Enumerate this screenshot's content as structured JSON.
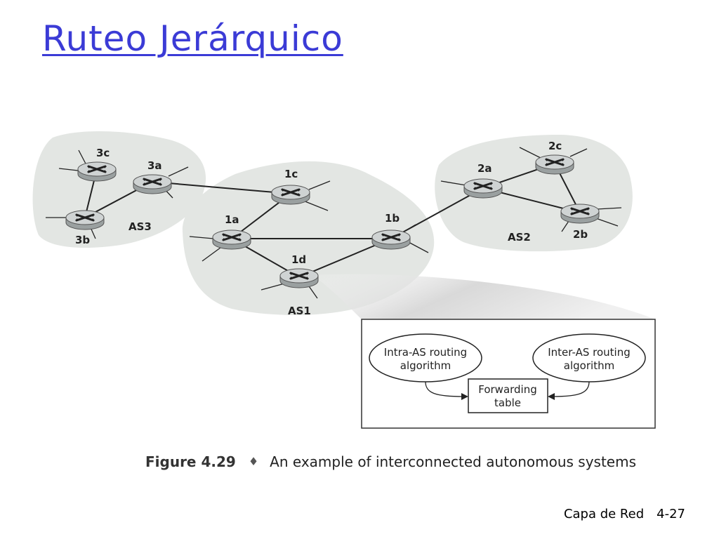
{
  "title": "Ruteo Jerárquico",
  "routers": {
    "3c": "3c",
    "3a": "3a",
    "3b": "3b",
    "1a": "1a",
    "1b": "1b",
    "1c": "1c",
    "1d": "1d",
    "2a": "2a",
    "2b": "2b",
    "2c": "2c"
  },
  "as_labels": {
    "as1": "AS1",
    "as2": "AS2",
    "as3": "AS3"
  },
  "inset": {
    "intra": [
      "Intra-AS routing",
      "algorithm"
    ],
    "inter": [
      "Inter-AS routing",
      "algorithm"
    ],
    "forwarding": [
      "Forwarding",
      "table"
    ]
  },
  "caption": {
    "figure_number": "Figure 4.29",
    "separator": "♦",
    "text": "An example of interconnected autonomous systems"
  },
  "footer": {
    "section": "Capa de Red",
    "page": "4-27"
  },
  "colors": {
    "title": "#3b3bd6",
    "cloud": "#e3e6e3",
    "router": "#c9cccc"
  }
}
